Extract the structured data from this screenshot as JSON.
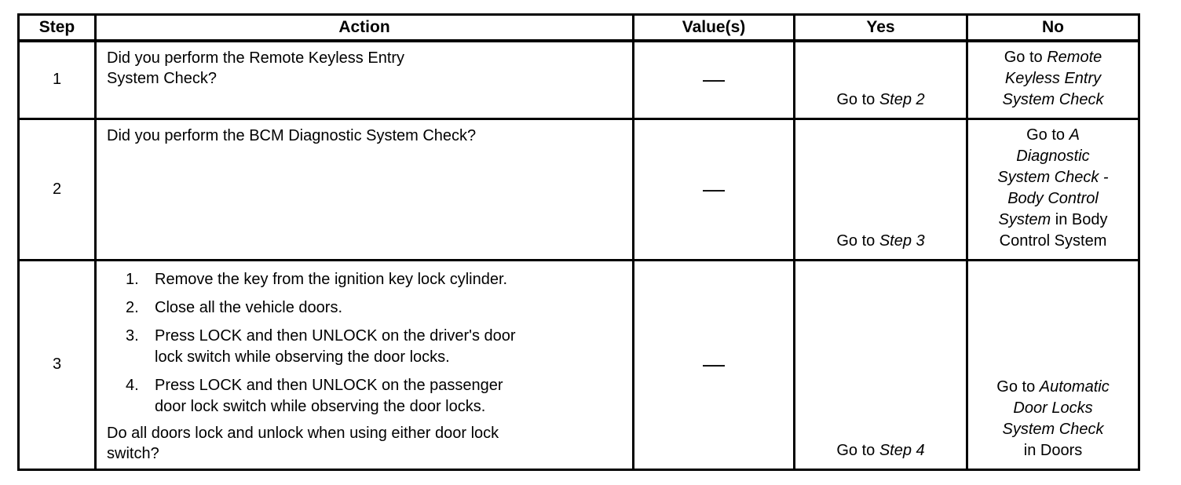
{
  "table": {
    "headers": [
      "Step",
      "Action",
      "Value(s)",
      "Yes",
      "No"
    ],
    "rows": [
      {
        "step": "1",
        "action": {
          "lead_lines": [
            "Did you perform the Remote Keyless Entry",
            "System Check?"
          ],
          "items": [],
          "question_lines": []
        },
        "value": "—",
        "yes_lines": [
          [
            {
              "t": "Go to ",
              "i": false
            },
            {
              "t": "Step 2",
              "i": true
            }
          ]
        ],
        "no_lines": [
          [
            {
              "t": "Go to ",
              "i": false
            },
            {
              "t": "Remote",
              "i": true
            }
          ],
          [
            {
              "t": "Keyless Entry",
              "i": true
            }
          ],
          [
            {
              "t": "System Check",
              "i": true
            }
          ]
        ]
      },
      {
        "step": "2",
        "action": {
          "lead_lines": [
            "Did you perform the BCM Diagnostic System Check?"
          ],
          "items": [],
          "question_lines": []
        },
        "value": "—",
        "yes_lines": [
          [
            {
              "t": "Go to ",
              "i": false
            },
            {
              "t": "Step 3",
              "i": true
            }
          ]
        ],
        "no_lines": [
          [
            {
              "t": "Go to ",
              "i": false
            },
            {
              "t": "A",
              "i": true
            }
          ],
          [
            {
              "t": "Diagnostic",
              "i": true
            }
          ],
          [
            {
              "t": "System Check -",
              "i": true
            }
          ],
          [
            {
              "t": "Body Control",
              "i": true
            }
          ],
          [
            {
              "t": "System",
              "i": true
            },
            {
              "t": " in Body",
              "i": false
            }
          ],
          [
            {
              "t": "Control System",
              "i": false
            }
          ]
        ]
      },
      {
        "step": "3",
        "action": {
          "lead_lines": [],
          "items": [
            [
              "Remove the key from the ignition key lock cylinder."
            ],
            [
              "Close all the vehicle doors."
            ],
            [
              "Press LOCK and then UNLOCK on the driver's door",
              "lock switch while observing the door locks."
            ],
            [
              "Press LOCK and then UNLOCK on the passenger",
              "door lock switch while observing the door locks."
            ]
          ],
          "question_lines": [
            "Do all doors lock and unlock when using either door lock",
            "switch?"
          ]
        },
        "value": "—",
        "yes_lines": [
          [
            {
              "t": "Go to ",
              "i": false
            },
            {
              "t": "Step 4",
              "i": true
            }
          ]
        ],
        "no_lines": [
          [
            {
              "t": "Go to ",
              "i": false
            },
            {
              "t": "Automatic",
              "i": true
            }
          ],
          [
            {
              "t": "Door Locks",
              "i": true
            }
          ],
          [
            {
              "t": "System Check",
              "i": true
            }
          ],
          [
            {
              "t": "in Doors",
              "i": false
            }
          ]
        ]
      }
    ]
  }
}
